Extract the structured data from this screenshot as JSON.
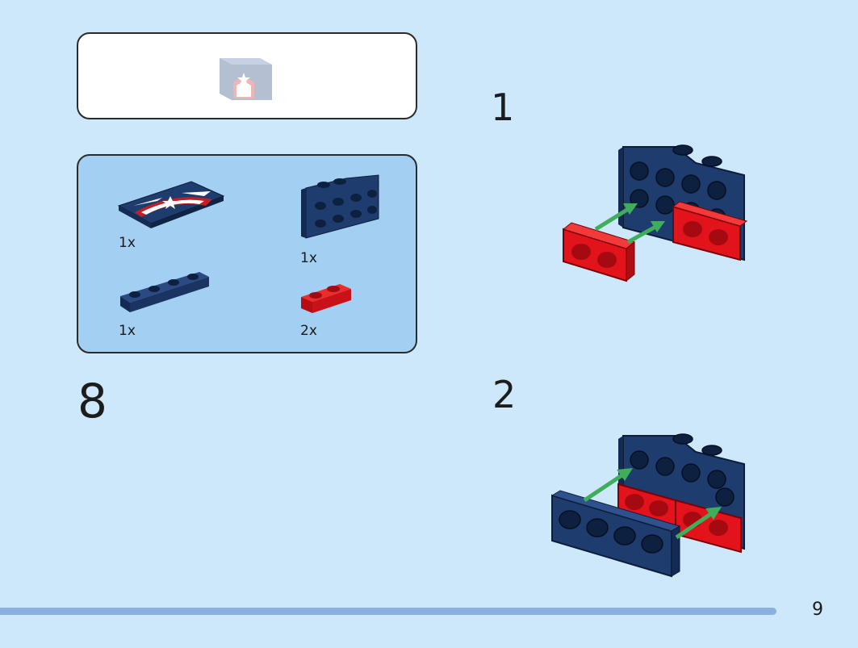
{
  "main_step": {
    "number": "8"
  },
  "parts": [
    {
      "name": "decorated-tile-1x2",
      "quantity": "1x"
    },
    {
      "name": "bracket-plate-2x4",
      "quantity": "1x"
    },
    {
      "name": "plate-1x4",
      "quantity": "1x"
    },
    {
      "name": "plate-1x2-red",
      "quantity": "2x"
    }
  ],
  "sub_steps": [
    {
      "number": "1"
    },
    {
      "number": "2"
    }
  ],
  "page": {
    "number": "9"
  },
  "colors": {
    "background": "#cde8fa",
    "parts_panel": "#a2cff2",
    "navy_brick": "#1f3c6e",
    "red_brick": "#e3131b",
    "arrow_green": "#3fae5b",
    "progress_bar": "#8ab0df"
  }
}
